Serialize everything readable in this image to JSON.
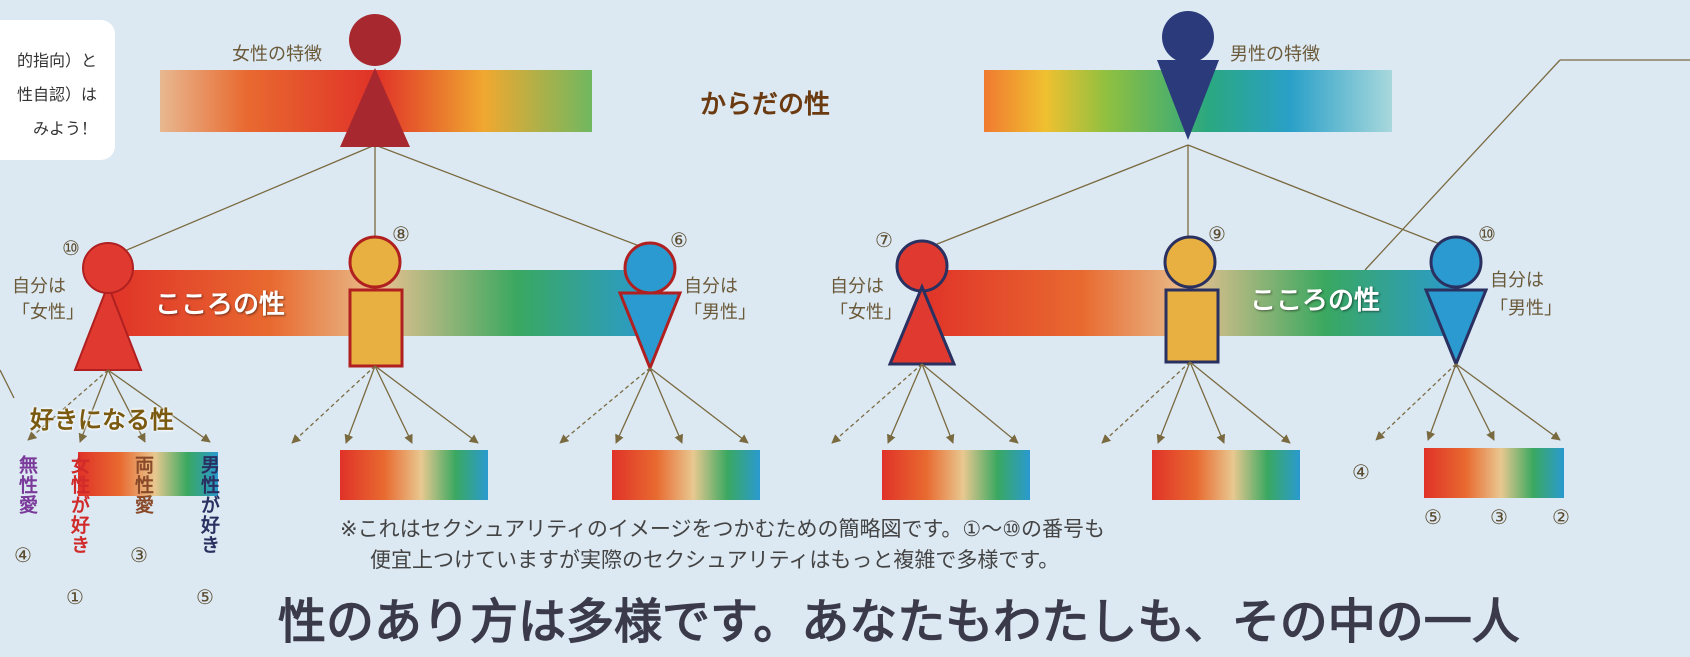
{
  "note_lines": [
    "的指向）と",
    "性自認）は",
    "みよう！"
  ],
  "body_labels": {
    "female_traits": "女性の特徴",
    "male_traits": "男性の特徴",
    "body_sex": "からだの性"
  },
  "mind_labels": {
    "mind_sex_left": "こころの性",
    "mind_sex_right": "こころの性",
    "self_female_left_1": "自分は",
    "self_female_left_2": "「女性」",
    "self_male_left_1": "自分は",
    "self_male_left_2": "「男性」",
    "self_female_right_1": "自分は",
    "self_female_right_2": "「女性」",
    "self_male_right_1": "自分は",
    "self_male_right_2": "「男性」"
  },
  "attraction": {
    "label": "好きになる性",
    "asexual": "無性愛",
    "like_women": "女性が好き",
    "bisexual": "両性愛",
    "like_men": "男性が好き"
  },
  "numbers": {
    "n10_left": "⑩",
    "n8": "⑧",
    "n6": "⑥",
    "n7": "⑦",
    "n9": "⑨",
    "n10_right": "⑩",
    "asexual_num": "④",
    "like_women_num": "①",
    "bisexual_num": "③",
    "like_men_num": "⑤",
    "right_4": "④",
    "right_5": "⑤",
    "right_3": "③",
    "right_2": "②"
  },
  "footnote": [
    "※これはセクシュアリティのイメージをつかむための簡略図です。①〜⑩の番号も",
    "便宜上つけていますが実際のセクシュアリティはもっと複雑で多様です。"
  ],
  "headline": "性のあり方は多様です。あなたもわたしも、その中の一人",
  "colors": {
    "background": "#dce9f3",
    "female_red": "#a8282f",
    "male_navy": "#2a3a7a",
    "person_red": "#e03a30",
    "person_yellow": "#e8b040",
    "person_blue": "#2a9ad0",
    "line_brown": "#7a6a40"
  },
  "icons": {
    "female_body": "female-figure-icon",
    "male_body": "male-figure-icon",
    "female_person": "female-person-icon",
    "neutral_person": "neutral-person-icon",
    "male_person": "male-person-icon",
    "arrow": "arrow-icon"
  }
}
